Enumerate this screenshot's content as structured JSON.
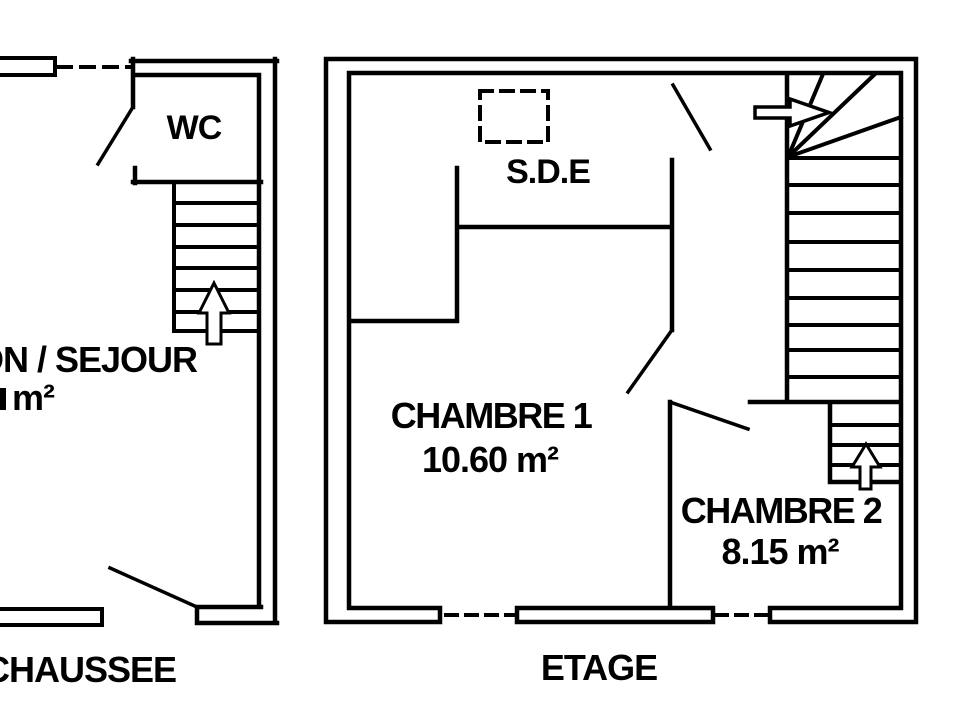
{
  "diagram": {
    "type": "floor-plan",
    "ink_color": "#000000",
    "paper_color": "#ffffff"
  },
  "ground_floor": {
    "caption": "CHAUSSEE",
    "wc_label": "WC",
    "living_room_label": "ON / SEJOUR",
    "living_room_area_unit": "m²"
  },
  "upper_floor": {
    "caption": "ETAGE",
    "shower_room_label": "S.D.E",
    "bedroom1_label": "CHAMBRE 1",
    "bedroom1_area": "10.60 m²",
    "bedroom2_label": "CHAMBRE 2",
    "bedroom2_area": "8.15 m²"
  },
  "icons": {
    "ground_stairs_arrow": "up-arrow",
    "etage_entry_arrow": "right-arrow",
    "etage_lower_stairs_arrow": "up-arrow"
  }
}
